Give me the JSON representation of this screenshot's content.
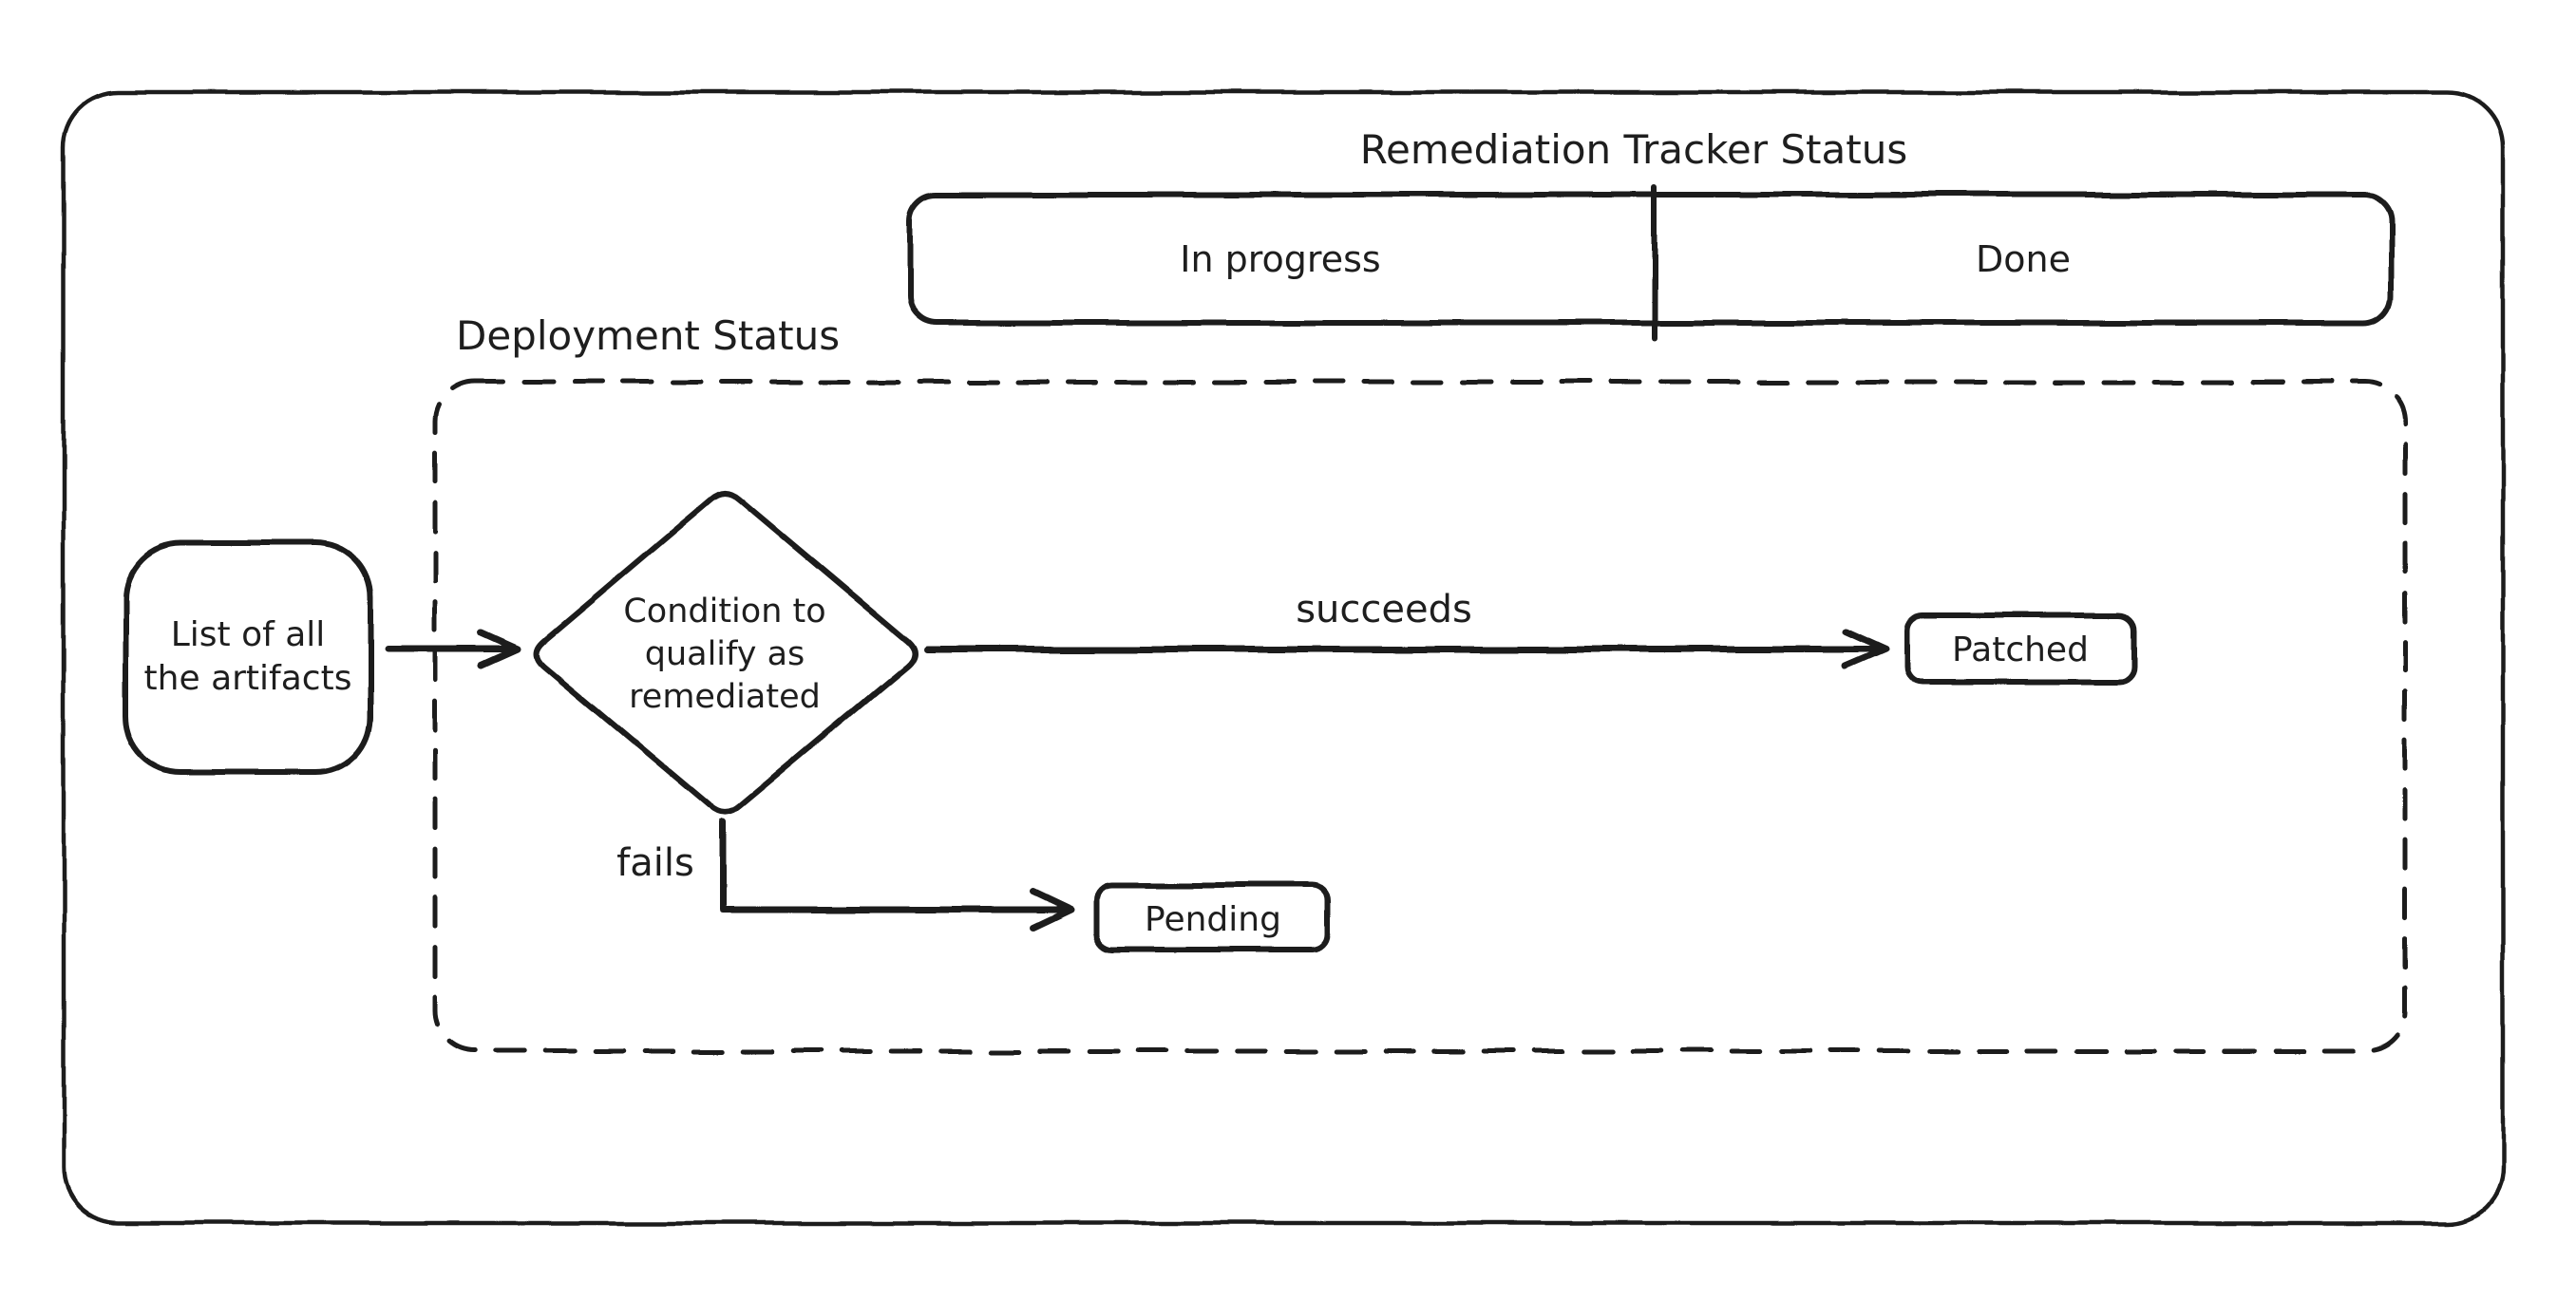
{
  "diagram": {
    "title": "Remediation Tracker Status",
    "colors": {
      "stroke": "#1e1e1e",
      "background": "#ffffff"
    },
    "tracker_bar": {
      "cells": [
        {
          "label": "In progress"
        },
        {
          "label": "Done"
        }
      ]
    },
    "deployment_group": {
      "label": "Deployment Status"
    },
    "nodes": {
      "artifacts": {
        "line1": "List of all",
        "line2": "the artifacts"
      },
      "condition": {
        "line1": "Condition to",
        "line2": "qualify as",
        "line3": "remediated"
      },
      "patched": {
        "label": "Patched"
      },
      "pending": {
        "label": "Pending"
      }
    },
    "edges": {
      "succeeds": {
        "label": "succeeds"
      },
      "fails": {
        "label": "fails"
      }
    }
  }
}
